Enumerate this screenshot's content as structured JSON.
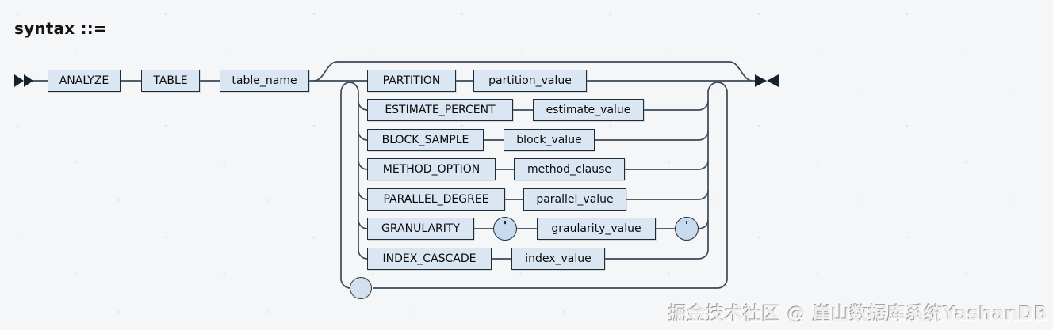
{
  "title": "syntax ::=",
  "watermark": "掘金技术社区 @ 崖山数据库系统YashanDB",
  "colors": {
    "background": "#f4f6f8",
    "box_fill": "#dbe6f3",
    "box_border": "#1f2b37",
    "line": "#3b4855",
    "marker": "#15212d"
  },
  "diagram": {
    "type": "railroad-syntax-diagram",
    "sequence": [
      {
        "label": "ANALYZE"
      },
      {
        "label": "TABLE"
      },
      {
        "label": "table_name"
      }
    ],
    "options": [
      {
        "keyword": "PARTITION",
        "value": "partition_value"
      },
      {
        "keyword": "ESTIMATE_PERCENT",
        "value": "estimate_value"
      },
      {
        "keyword": "BLOCK_SAMPLE",
        "value": "block_value"
      },
      {
        "keyword": "METHOD_OPTION",
        "value": "method_clause"
      },
      {
        "keyword": "PARALLEL_DEGREE",
        "value": "parallel_value"
      },
      {
        "keyword": "GRANULARITY",
        "value": "graularity_value",
        "open_quote": "'",
        "close_quote": "'"
      },
      {
        "keyword": "INDEX_CASCADE",
        "value": "index_value"
      }
    ]
  }
}
